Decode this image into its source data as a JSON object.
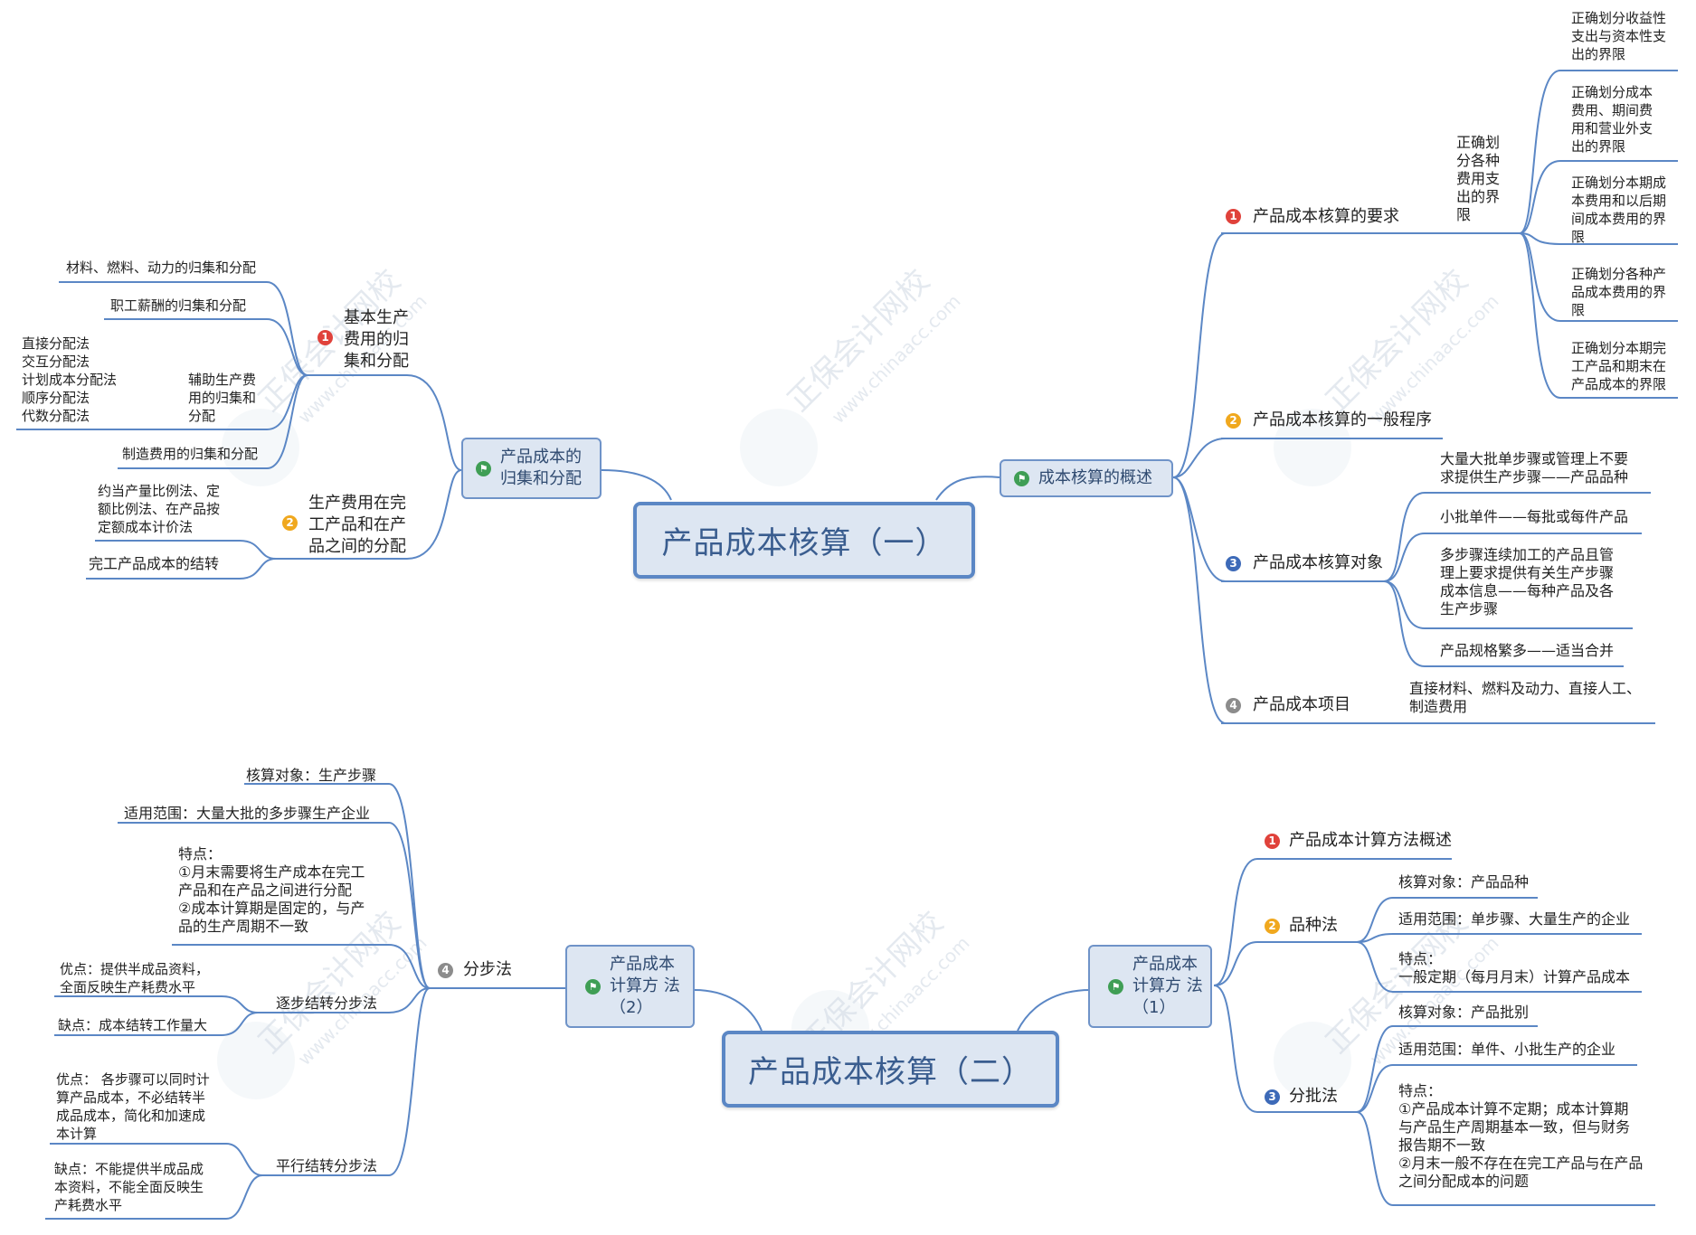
{
  "watermark": {
    "brand": "正保会计网校",
    "site": "www.chinaacc.com"
  },
  "map1": {
    "root": "产品成本核算（一）",
    "right": {
      "main": "成本核算的概述",
      "b1": {
        "num": "1",
        "label": "产品成本核算的要求",
        "sub": "正确划\n分各种\n费用支\n出的界\n限",
        "items": [
          "正确划分收益性\n支出与资本性支\n出的界限",
          "正确划分成本\n费用、期间费\n用和营业外支\n出的界限",
          "正确划分本期成\n本费用和以后期\n间成本费用的界\n限",
          "正确划分各种产\n品成本费用的界\n限",
          "正确划分本期完\n工产品和期末在\n产品成本的界限"
        ]
      },
      "b2": {
        "num": "2",
        "label": "产品成本核算的一般程序"
      },
      "b3": {
        "num": "3",
        "label": "产品成本核算对象",
        "items": [
          "大量大批单步骤或管理上不要\n求提供生产步骤——产品品种",
          "小批单件——每批或每件产品",
          "多步骤连续加工的产品且管\n理上要求提供有关生产步骤\n成本信息——每种产品及各\n生产步骤",
          "产品规格繁多——适当合并"
        ]
      },
      "b4": {
        "num": "4",
        "label": "产品成本项目",
        "item": "直接材料、燃料及动力、直接人工、\n制造费用"
      }
    },
    "left": {
      "main": "产品成本的\n归集和分配",
      "b1": {
        "num": "1",
        "label": "基本生产\n费用的归\n集和分配",
        "items": [
          "材料、燃料、动力的归集和分配",
          "职工薪酬的归集和分配"
        ],
        "aux": "辅助生产费\n用的归集和\n分配",
        "methods": "直接分配法\n交互分配法\n计划成本分配法\n顺序分配法\n代数分配法",
        "mfg": "制造费用的归集和分配"
      },
      "b2": {
        "num": "2",
        "label": "生产费用在完\n工产品和在产\n品之间的分配",
        "items": [
          "约当产量比例法、定\n额比例法、在产品按\n定额成本计价法",
          "完工产品成本的结转"
        ]
      }
    }
  },
  "map2": {
    "root": "产品成本核算（二）",
    "right": {
      "main": "产品成本\n计算方\n法（1）",
      "b1": {
        "num": "1",
        "label": "产品成本计算方法概述"
      },
      "b2": {
        "num": "2",
        "label": "品种法",
        "items": [
          "核算对象：产品品种",
          "适用范围：单步骤、大量生产的企业",
          "特点：\n一般定期（每月月末）计算产品成本"
        ]
      },
      "b3": {
        "num": "3",
        "label": "分批法",
        "items": [
          "核算对象：产品批别",
          "适用范围：单件、小批生产的企业",
          "特点：\n①产品成本计算不定期；成本计算期\n与产品生产周期基本一致，但与财务\n报告期不一致\n②月末一般不存在在完工产品与在产品\n之间分配成本的问题"
        ]
      }
    },
    "left": {
      "main": "产品成本\n计算方\n法（2）",
      "b4": {
        "num": "4",
        "label": "分步法",
        "items": [
          "核算对象：生产步骤",
          "适用范围：大量大批的多步骤生产企业",
          "特点：\n①月末需要将生产成本在完工\n产品和在产品之间进行分配\n②成本计算期是固定的，与产\n品的生产周期不一致"
        ],
        "seq": {
          "label": "逐步结转分步法",
          "items": [
            "优点：提供半成品资料，\n全面反映生产耗费水平",
            "缺点：成本结转工作量大"
          ]
        },
        "par": {
          "label": "平行结转分步法",
          "items": [
            "优点： 各步骤可以同时计\n算产品成本，不必结转半\n成品成本，简化和加速成\n本计算",
            "缺点：不能提供半成品成\n本资料，不能全面反映生\n产耗费水平"
          ]
        }
      }
    }
  }
}
